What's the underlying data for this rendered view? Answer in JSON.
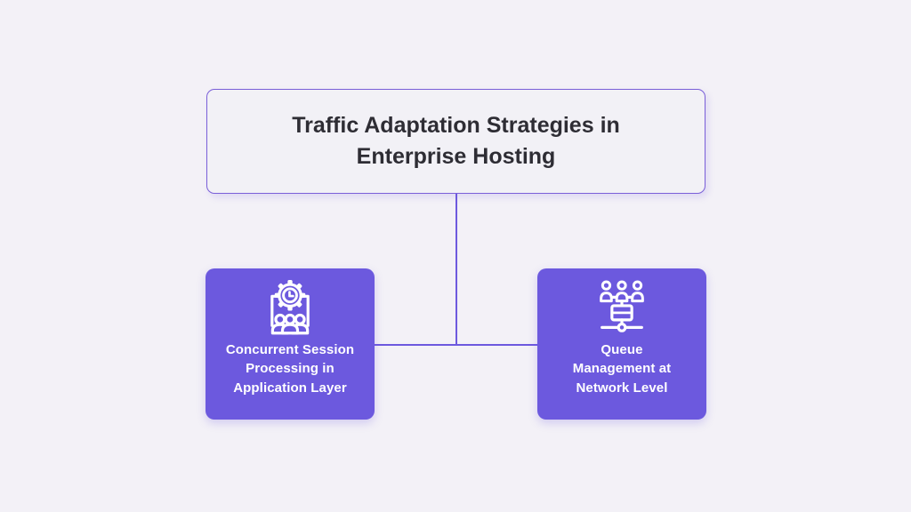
{
  "theme": {
    "page-bg": "#F3F1F7",
    "accent": "#6D59DE",
    "node-fill": "#6C59DE",
    "title-fill": "#F2F1F6",
    "title-border": "#7A5FD8",
    "title-text": "#2E2D34",
    "node-text": "#FFFFFF",
    "connector": "#6D59DE"
  },
  "diagram": {
    "root": {
      "title": "Traffic Adaptation Strategies in Enterprise Hosting"
    },
    "children": [
      {
        "label": "Concurrent Session Processing in Application Layer",
        "icon": "concurrent-sessions-gear-clock-icon"
      },
      {
        "label": "Queue Management at Network Level",
        "icon": "queue-network-people-icon"
      }
    ]
  }
}
